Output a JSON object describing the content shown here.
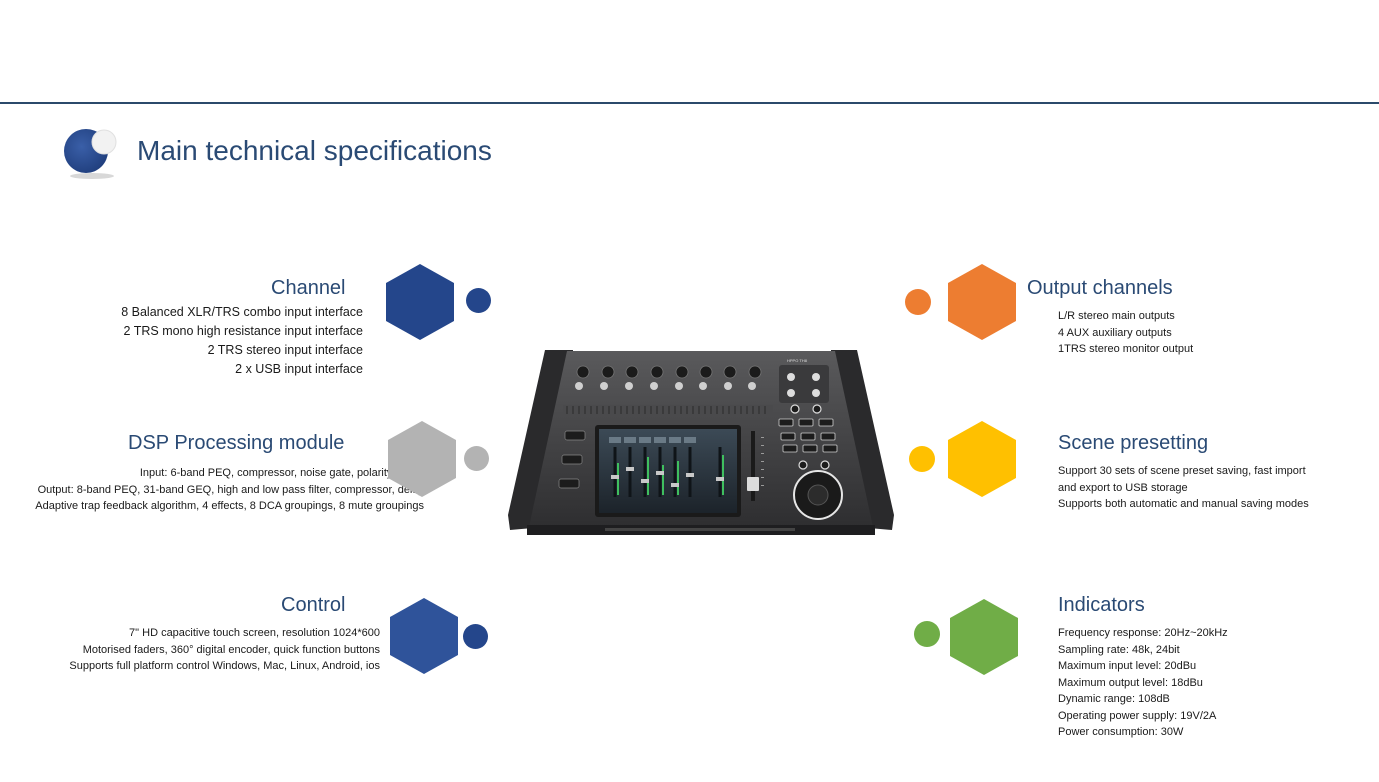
{
  "page": {
    "title": "Main technical specifications"
  },
  "colors": {
    "navy": "#24468b",
    "gray": "#b3b3b3",
    "orange": "#ed7d31",
    "yellow": "#ffc000",
    "green": "#70ad47",
    "title": "#2a4a74"
  },
  "sections": {
    "channel": {
      "title": "Channel",
      "lines": [
        "8 Balanced XLR/TRS combo input interface",
        "2 TRS mono high resistance input interface",
        "2 TRS stereo input interface",
        "2 x USB input interface"
      ]
    },
    "dsp": {
      "title": "DSP Processing module",
      "lines": [
        "Input: 6-band PEQ, compressor, noise gate, polarity, delay",
        "Output: 8-band PEQ, 31-band GEQ, high and low pass filter, compressor, delay",
        "Adaptive trap feedback algorithm, 4 effects, 8 DCA groupings, 8 mute groupings"
      ]
    },
    "control": {
      "title": "Control",
      "lines": [
        "7\" HD capacitive touch screen, resolution 1024*600",
        "Motorised faders, 360° digital encoder, quick function buttons",
        "Supports full platform control Windows, Mac, Linux, Android, ios"
      ]
    },
    "output": {
      "title": "Output channels",
      "lines": [
        "L/R stereo main outputs",
        "4 AUX auxiliary outputs",
        "1TRS stereo monitor output"
      ]
    },
    "scene": {
      "title": "Scene presetting",
      "lines": [
        "Support 30 sets of scene preset saving, fast import",
        "and export to USB storage",
        "Supports both automatic and manual saving modes"
      ]
    },
    "indicators": {
      "title": "Indicators",
      "lines": [
        "Frequency response: 20Hz~20kHz",
        "Sampling rate: 48k, 24bit",
        "Maximum input level: 20dBu",
        "Maximum output level: 18dBu",
        "Dynamic range: 108dB",
        "Operating power supply: 19V/2A",
        "Power consumption: 30W"
      ]
    }
  },
  "device": {
    "brand_label": "HPPO TH8"
  }
}
